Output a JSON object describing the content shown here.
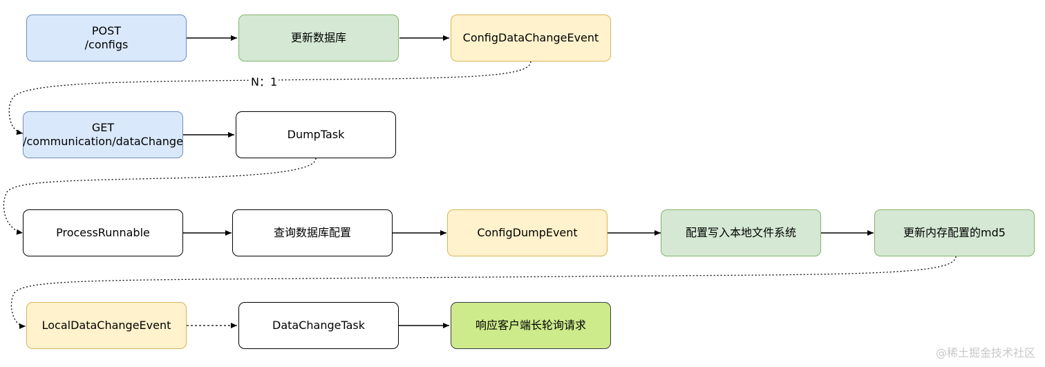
{
  "nodes": {
    "post_configs": "POST\n/configs",
    "update_db": "更新数据库",
    "config_data_change_event": "ConfigDataChangeEvent",
    "get_data_change": "GET\n/communication/dataChange",
    "dump_task": "DumpTask",
    "process_runnable": "ProcessRunnable",
    "query_db_config": "查询数据库配置",
    "config_dump_event": "ConfigDumpEvent",
    "write_local_fs": "配置写入本地文件系统",
    "update_md5": "更新内存配置的md5",
    "local_data_change_event": "LocalDataChangeEvent",
    "data_change_task": "DataChangeTask",
    "respond_long_poll": "响应客户端长轮询请求"
  },
  "edges": {
    "n_to_1_label": "N：1"
  },
  "watermark": "@稀土掘金技术社区",
  "colors": {
    "blue_fill": "#dae8fc",
    "green_fill": "#d5e8d4",
    "yellow_fill": "#fff2cc",
    "lime_fill": "#cdeb8b",
    "white_fill": "#ffffff"
  }
}
